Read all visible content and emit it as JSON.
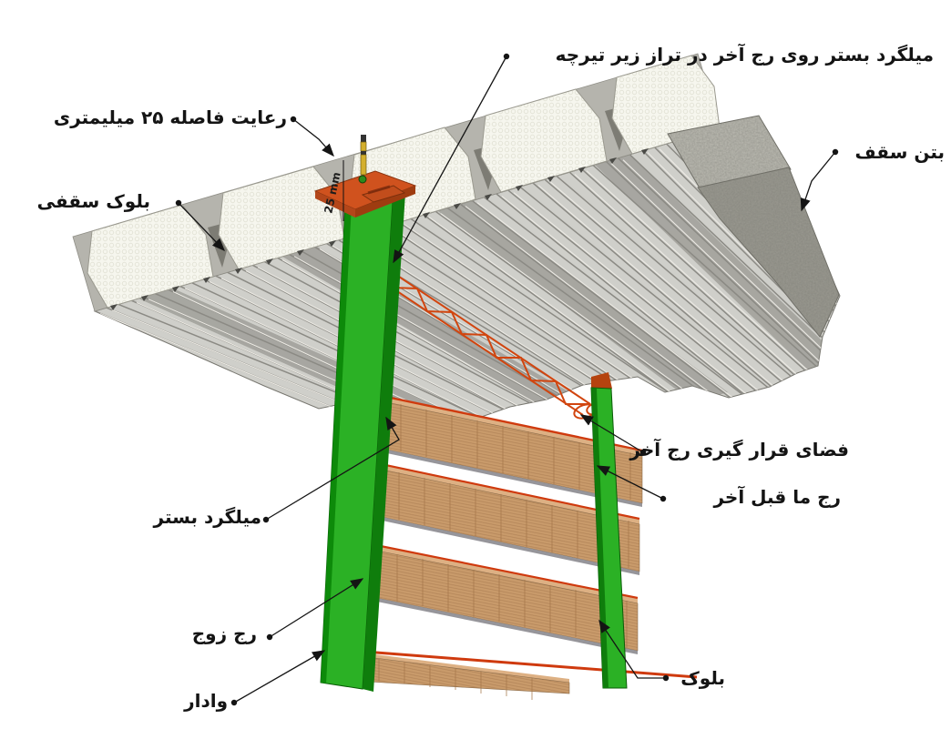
{
  "labels": {
    "bed_rebar_top": "میلگرد بستر روی رج آخر در تراز زیر تیرچه",
    "spacing_25": "رعایت فاصله ۲۵ میلیمتری",
    "ceiling_block": "بلوک سقفی",
    "roof_concrete": "بتن سقف",
    "last_row_space": "فضای قرار گیری رج آخر",
    "second_last_row": "رج ما قبل آخر",
    "bed_rebar": "میلگرد بستر",
    "even_row": "رج زوج",
    "post": "وادار",
    "block": "بلوک",
    "dim_25mm": "25 mm"
  },
  "colors": {
    "post_green": "#2bb125",
    "post_green_dark": "#0f7d0c",
    "cap_plate_orange": "#d0521e",
    "block_tan": "#c99b6b",
    "rebar_red": "#cf3a0e",
    "concrete_gray": "#9b9a91",
    "joist_gray": "#cfcfca",
    "ceiling_block_white": "#f6f6ee",
    "label_black": "#141414"
  }
}
